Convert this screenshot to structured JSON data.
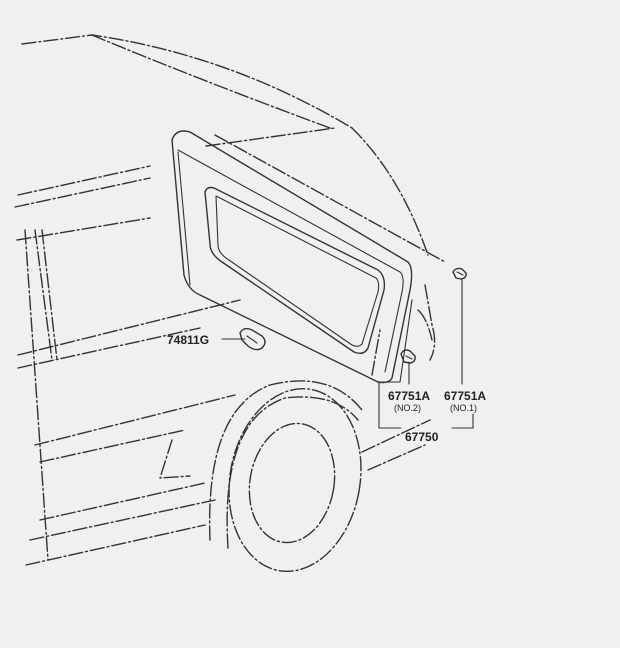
{
  "diagram": {
    "background": "#f0f0f0",
    "line_color": "#333333",
    "labels": {
      "clip": "74811G",
      "cover_no2": "67751A",
      "cover_no2_note": "(NO.2)",
      "cover_no1": "67751A",
      "cover_no1_note": "(NO.1)",
      "assembly": "67750"
    }
  }
}
